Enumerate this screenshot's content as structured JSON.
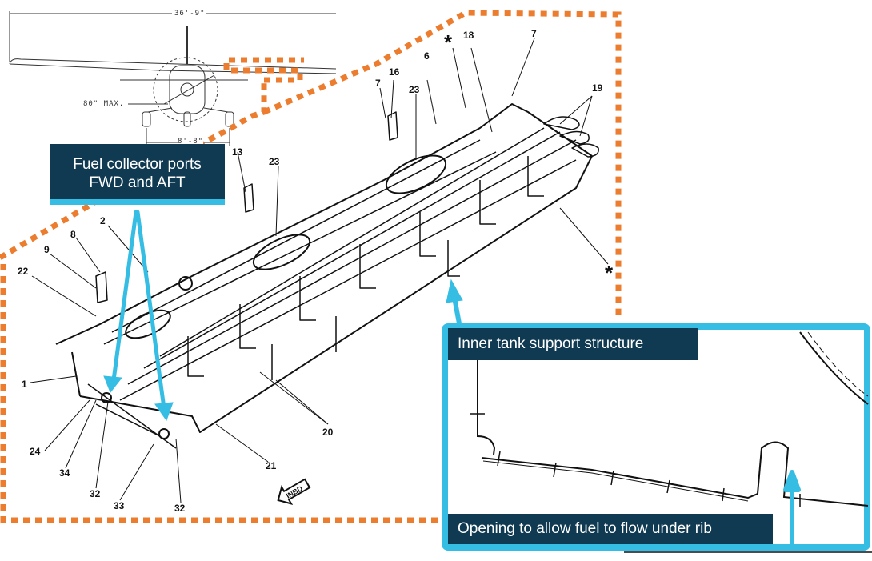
{
  "colors": {
    "highlight_orange": "#ec7d2e",
    "callout_fill": "#0f3a52",
    "callout_text": "#ffffff",
    "arrow_blue": "#36bde3",
    "line_art": "#111111"
  },
  "aircraft_view": {
    "wingspan_label": "36'-9\"",
    "height_label": "80\" MAX.",
    "gear_track_label": "8'-8\""
  },
  "callouts": {
    "fuel_ports": {
      "line1": "Fuel collector ports",
      "line2": "FWD and AFT"
    },
    "inner_tank": {
      "text": "Inner tank support structure"
    },
    "opening": {
      "text": "Opening to allow fuel to flow under rib"
    }
  },
  "part_labels": {
    "p18": "18",
    "p7a": "7",
    "p7b": "7",
    "p16": "16",
    "p23a": "23",
    "p6": "6",
    "p19": "19",
    "p13": "13",
    "p23b": "23",
    "p2": "2",
    "p8": "8",
    "p9": "9",
    "p22": "22",
    "p1": "1",
    "p24": "24",
    "p34": "34",
    "p32a": "32",
    "p33": "33",
    "p32b": "32",
    "p21": "21",
    "p20": "20",
    "star_top": "*",
    "star_right": "*"
  },
  "direction_arrow": {
    "text": "INBD"
  }
}
